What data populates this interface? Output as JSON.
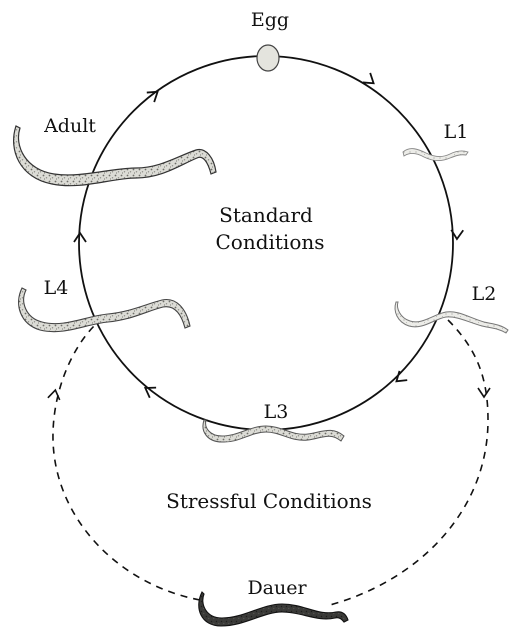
{
  "stages": {
    "egg": "Egg",
    "l1": "L1",
    "l2": "L2",
    "l3": "L3",
    "l4": "L4",
    "adult": "Adult",
    "dauer": "Dauer"
  },
  "conditions": {
    "standard_line1": "Standard",
    "standard_line2": "Conditions",
    "stressful": "Stressful Conditions"
  },
  "colors": {
    "line": "#111111",
    "worm_fill": "#d9d9d4",
    "worm_speckle": "#6f6f6a",
    "dauer_fill": "#3a3a38"
  }
}
